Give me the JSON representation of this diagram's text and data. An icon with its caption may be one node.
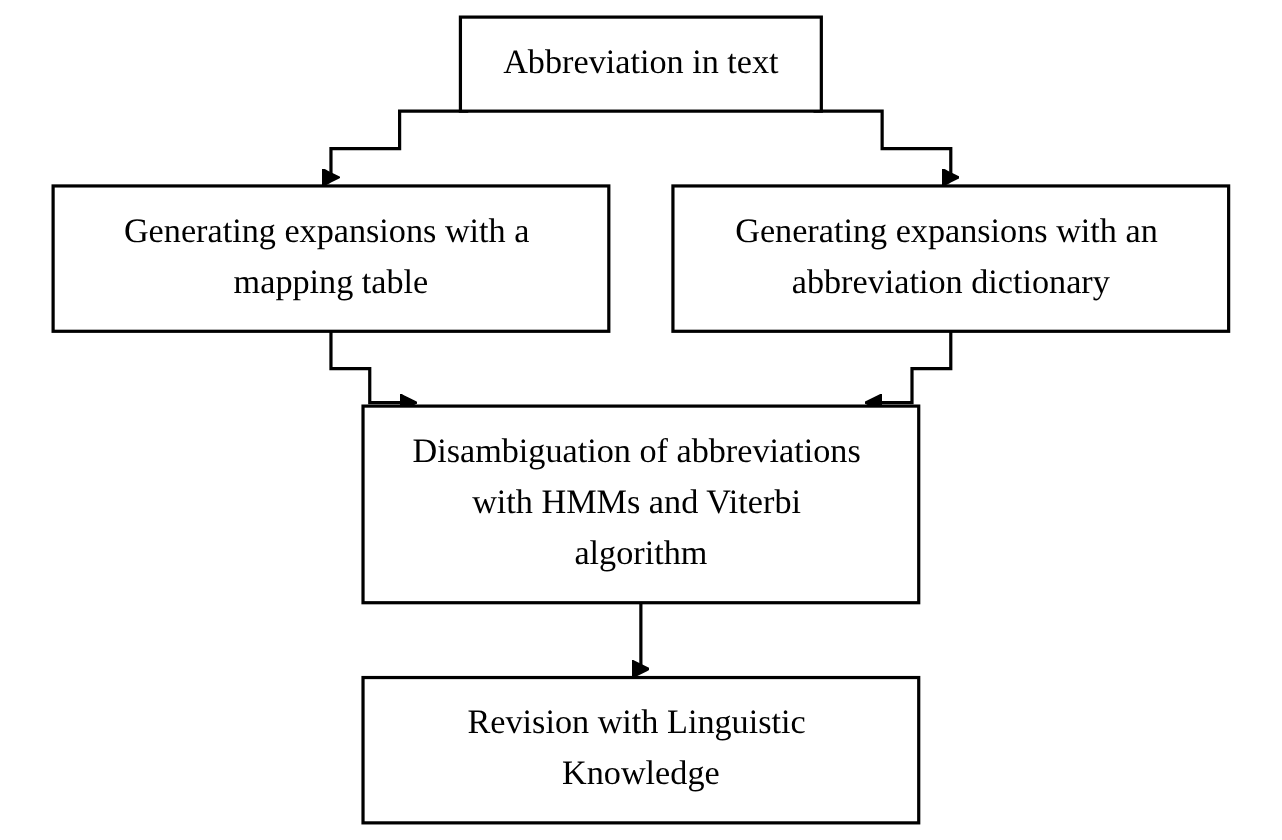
{
  "diagram": {
    "nodes": [
      {
        "text": [
          "Abbreviation in text"
        ]
      },
      {
        "text": [
          "Generating expansions with a mapping table"
        ]
      },
      {
        "text": [
          "Generating expansions with an abbreviation dictionary"
        ]
      },
      {
        "text": [
          "Disambiguation of abbreviations with HMMs and Viterbi algorithm"
        ]
      },
      {
        "text": [
          "Revision with Linguistic Knowledge"
        ]
      }
    ],
    "edges": [
      {
        "from": 0,
        "to": 1,
        "arrow": "to"
      },
      {
        "from": 0,
        "to": 2,
        "arrow": "to"
      },
      {
        "from": 1,
        "to": 3,
        "arrow": "to"
      },
      {
        "from": 2,
        "to": 3,
        "arrow": "to"
      },
      {
        "from": 3,
        "to": 4,
        "arrow": "to"
      }
    ]
  }
}
